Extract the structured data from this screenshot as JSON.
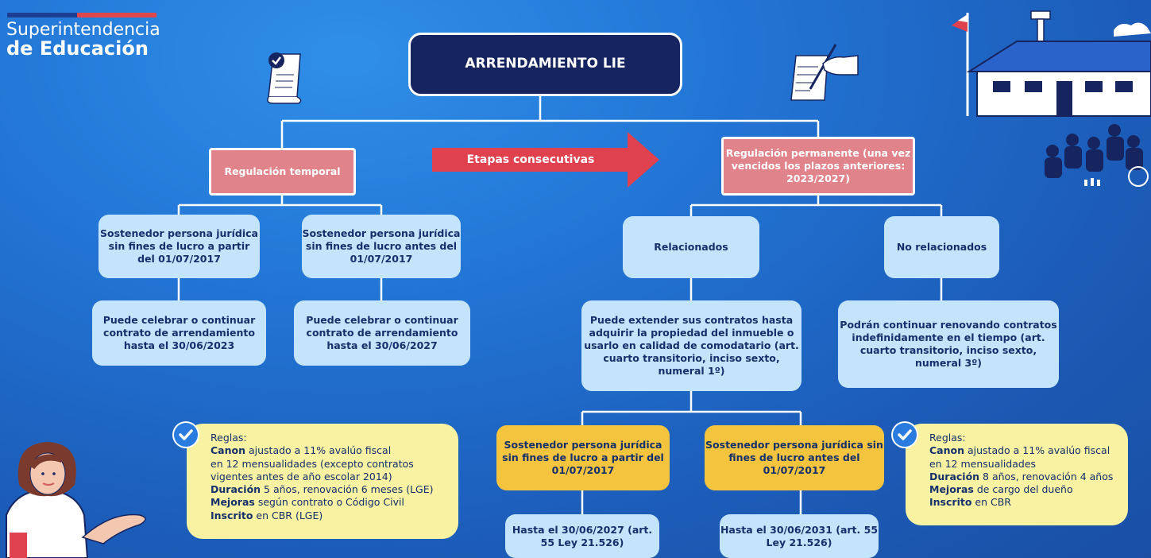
{
  "brand": {
    "line1": "Superintendencia",
    "line2": "de Educación"
  },
  "title": "ARRENDAMIENTO LIE",
  "arrow_label": "Etapas consecutivas",
  "temporal": {
    "label": "Regulación temporal",
    "col_a": {
      "who": "Sostenedor persona jurídica sin fines de lucro a partir del 01/07/2017",
      "rule": "Puede celebrar o continuar contrato de arrendamiento hasta el 30/06/2023"
    },
    "col_b": {
      "who": "Sostenedor persona jurídica sin fines de lucro antes del 01/07/2017",
      "rule": "Puede celebrar o continuar contrato de arrendamiento hasta el 30/06/2027"
    },
    "rules": {
      "heading": "Reglas:",
      "l1_bold": "Canon",
      "l1_rest": " ajustado a 11% avalúo fiscal",
      "l2": "en 12 mensualidades (excepto contratos",
      "l3": "vigentes antes de año escolar 2014)",
      "l4_bold": "Duración",
      "l4_rest": " 5 años, renovación 6 meses (LGE)",
      "l5_bold": "Mejoras",
      "l5_rest": " según contrato o Código Civil",
      "l6_bold": "Inscrito",
      "l6_rest": " en CBR (LGE)"
    }
  },
  "permanent": {
    "label": "Regulación permanente (una vez vencidos los plazos anteriores: 2023/2027)",
    "related": {
      "label": "Relacionados",
      "rule": "Puede extender sus contratos hasta adquirir la propiedad del inmueble o usarlo en calidad de comodatario (art. cuarto transitorio, inciso sexto, numeral 1º)",
      "sub_a": {
        "who": "Sostenedor persona jurídica sin fines de lucro a partir del 01/07/2017",
        "until": "Hasta el 30/06/2027 (art. 55 Ley 21.526)"
      },
      "sub_b": {
        "who": "Sostenedor persona jurídica sin fines de lucro antes del 01/07/2017",
        "until": "Hasta el 30/06/2031 (art. 55 Ley 21.526)"
      }
    },
    "unrelated": {
      "label": "No relacionados",
      "rule": "Podrán continuar renovando contratos indefinidamente en el tiempo (art. cuarto transitorio, inciso sexto, numeral 3º)"
    },
    "rules": {
      "heading": "Reglas:",
      "l1_bold": "Canon",
      "l1_rest": " ajustado a 11% avalúo fiscal",
      "l2": "en 12 mensualidades",
      "l3_bold": "Duración",
      "l3_rest": " 8 años, renovación 4 años",
      "l4_bold": "Mejoras",
      "l4_rest": " de cargo del dueño",
      "l5_bold": "Inscrito",
      "l5_rest": " en CBR"
    }
  },
  "colors": {
    "background": "#2274d4",
    "title_box": "#16255f",
    "light_box": "#c3e4fb",
    "salmon_box": "#e1838b",
    "gold_box": "#f4c43f",
    "rules_box": "#f8f2a2",
    "arrow": "#e0414f",
    "logo_blue": "#1e3f91",
    "logo_red": "#e0474c"
  },
  "icons": [
    "check-icon",
    "scroll-icon",
    "signing-hand-icon",
    "school-building-icon",
    "flag-icon",
    "children-group-icon",
    "teacher-illustration"
  ]
}
